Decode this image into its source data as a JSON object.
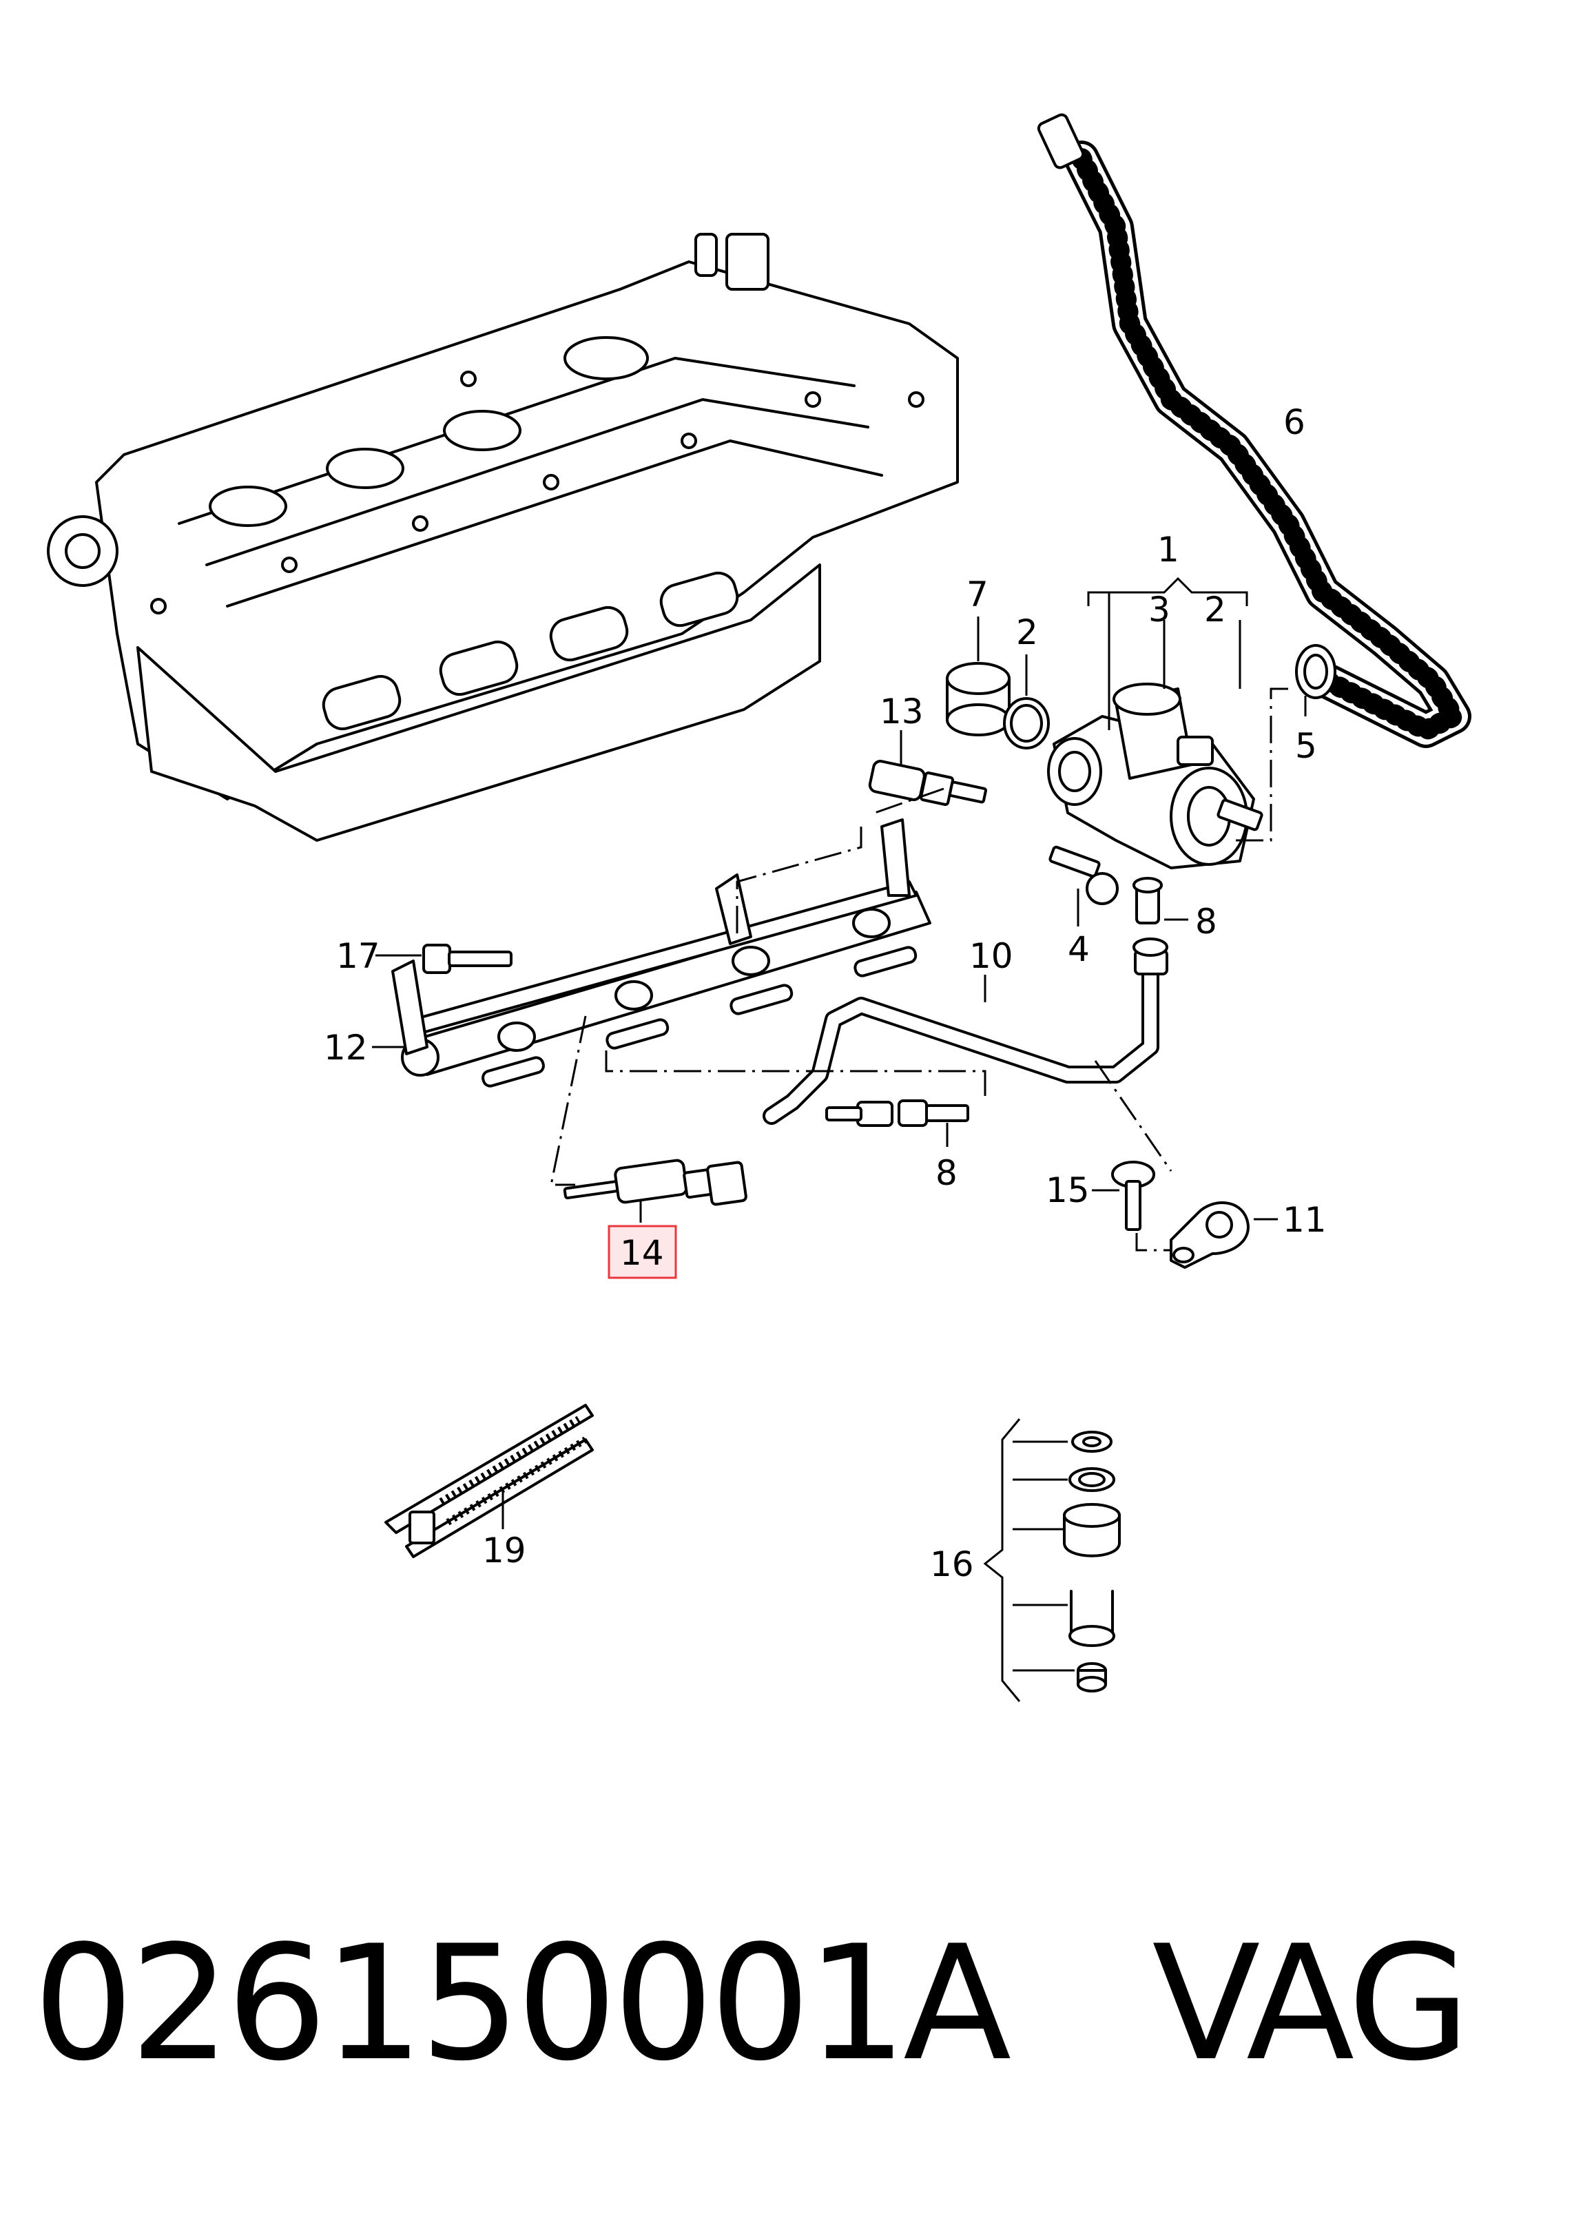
{
  "callouts": {
    "c1": "1",
    "c2a": "2",
    "c2b": "2",
    "c3": "3",
    "c4": "4",
    "c5": "5",
    "c6": "6",
    "c7": "7",
    "c8a": "8",
    "c8b": "8",
    "c10": "10",
    "c11": "11",
    "c12": "12",
    "c13": "13",
    "c14": "14",
    "c15": "15",
    "c16": "16",
    "c17": "17",
    "c19": "19"
  },
  "highlight": {
    "callout": "14",
    "color": "#e8383d",
    "fill": "#fde7e8"
  },
  "footer": {
    "part_number": "026150001A",
    "brand": "VAG"
  }
}
